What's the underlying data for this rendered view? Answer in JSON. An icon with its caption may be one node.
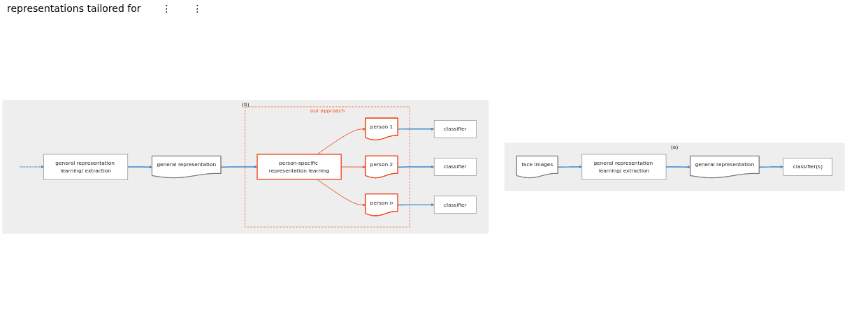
{
  "diagram": {
    "nodes": [
      {
        "text": [
          "(a)"
        ]
      },
      {
        "text": [
          "face images"
        ],
        "in": 0
      },
      {
        "text": [
          "general representation learning/ extraction"
        ],
        "in": 0
      },
      {
        "text": [
          "general representation"
        ],
        "in": 0
      },
      {
        "text": [
          "classifier(s)"
        ],
        "in": 0
      },
      {
        "text": [
          "(b)"
        ]
      },
      {
        "text": [
          "general representation learning/ extraction"
        ],
        "in": 5
      },
      {
        "text": [
          "general representation"
        ],
        "in": 5
      },
      {
        "text": [
          "our approach"
        ],
        "in": 5
      },
      {
        "text": [
          "person-specific representation learning"
        ],
        "in": 8
      },
      {
        "text": [
          "person 1"
        ],
        "in": 8
      },
      {
        "text": [
          "person 2"
        ],
        "in": 8
      },
      {
        "text": [
          "person *n*"
        ],
        "in": 8
      },
      {
        "text": [
          "classifier"
        ],
        "in": 5
      },
      {
        "text": [
          "classifier"
        ],
        "in": 5
      },
      {
        "text": [
          "classifier"
        ],
        "in": 5
      }
    ],
    "edges": [
      {
        "from": 1,
        "to": 2,
        "arrow": "to"
      },
      {
        "from": 2,
        "to": 3,
        "arrow": "to"
      },
      {
        "from": 3,
        "to": 4,
        "arrow": "to"
      },
      {
        "from": null,
        "to": 6,
        "arrow": "to",
        "style": "dashed"
      },
      {
        "from": 6,
        "to": 7,
        "arrow": "to"
      },
      {
        "from": 7,
        "to": 9,
        "arrow": "to"
      },
      {
        "from": 9,
        "to": 10,
        "arrow": "to",
        "color": "#f04e23"
      },
      {
        "from": 9,
        "to": 11,
        "arrow": "to",
        "color": "#f04e23"
      },
      {
        "from": 9,
        "to": 12,
        "arrow": "to",
        "color": "#f04e23"
      },
      {
        "from": 10,
        "to": 13,
        "arrow": "to"
      },
      {
        "from": 11,
        "to": 14,
        "arrow": "to"
      },
      {
        "from": 12,
        "to": 15,
        "arrow": "to"
      }
    ],
    "labels": [
      "representations tailored for",
      "⋮",
      "⋮"
    ]
  }
}
